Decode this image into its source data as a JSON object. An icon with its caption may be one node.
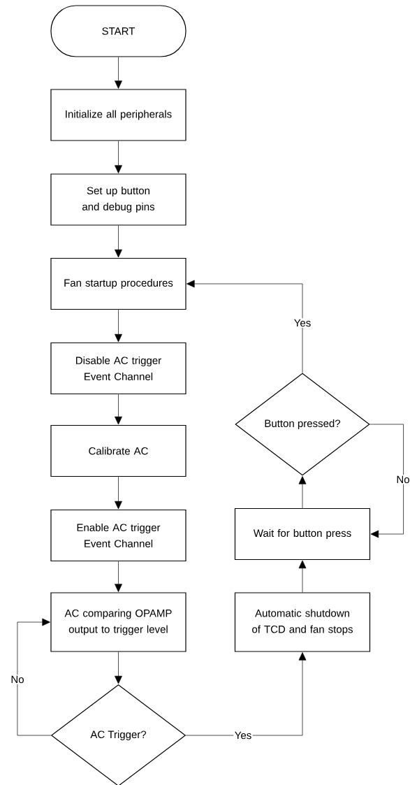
{
  "diagram": {
    "nodes": [
      {
        "text": [
          "START"
        ]
      },
      {
        "text": [
          "Initialize all peripherals"
        ]
      },
      {
        "text": [
          "Set up button and debug pins"
        ]
      },
      {
        "text": [
          "Fan startup procedures"
        ]
      },
      {
        "text": [
          "Disable AC trigger Event Channel"
        ]
      },
      {
        "text": [
          "Calibrate AC"
        ]
      },
      {
        "text": [
          "Enable AC trigger Event Channel"
        ]
      },
      {
        "text": [
          "AC comparing OPAMP output to trigger level"
        ]
      },
      {
        "text": [
          "AC Trigger?"
        ]
      },
      {
        "text": [
          "Button pressed?"
        ]
      },
      {
        "text": [
          "Wait for button press"
        ]
      },
      {
        "text": [
          "Automatic shutdown of TCD and fan stops"
        ]
      }
    ],
    "edges": [
      {
        "from": 0,
        "to": 1,
        "arrow": "to"
      },
      {
        "from": 1,
        "to": 2,
        "arrow": "to"
      },
      {
        "from": 2,
        "to": 3,
        "arrow": "to"
      },
      {
        "from": 3,
        "to": 4,
        "arrow": "to"
      },
      {
        "from": 4,
        "to": 5,
        "arrow": "to"
      },
      {
        "from": 5,
        "to": 6,
        "arrow": "to"
      },
      {
        "from": 6,
        "to": 7,
        "arrow": "to"
      },
      {
        "from": 7,
        "to": 8,
        "arrow": "to"
      },
      {
        "from": 8,
        "to": 7,
        "arrow": "to",
        "label": "No"
      },
      {
        "from": 8,
        "to": 11,
        "arrow": "to",
        "label": "Yes"
      },
      {
        "from": 11,
        "to": 10,
        "arrow": "to"
      },
      {
        "from": 10,
        "to": 9,
        "arrow": "to"
      },
      {
        "from": 9,
        "to": 3,
        "arrow": "to",
        "label": "Yes"
      },
      {
        "from": 9,
        "to": 10,
        "arrow": "to",
        "label": "No"
      }
    ]
  }
}
